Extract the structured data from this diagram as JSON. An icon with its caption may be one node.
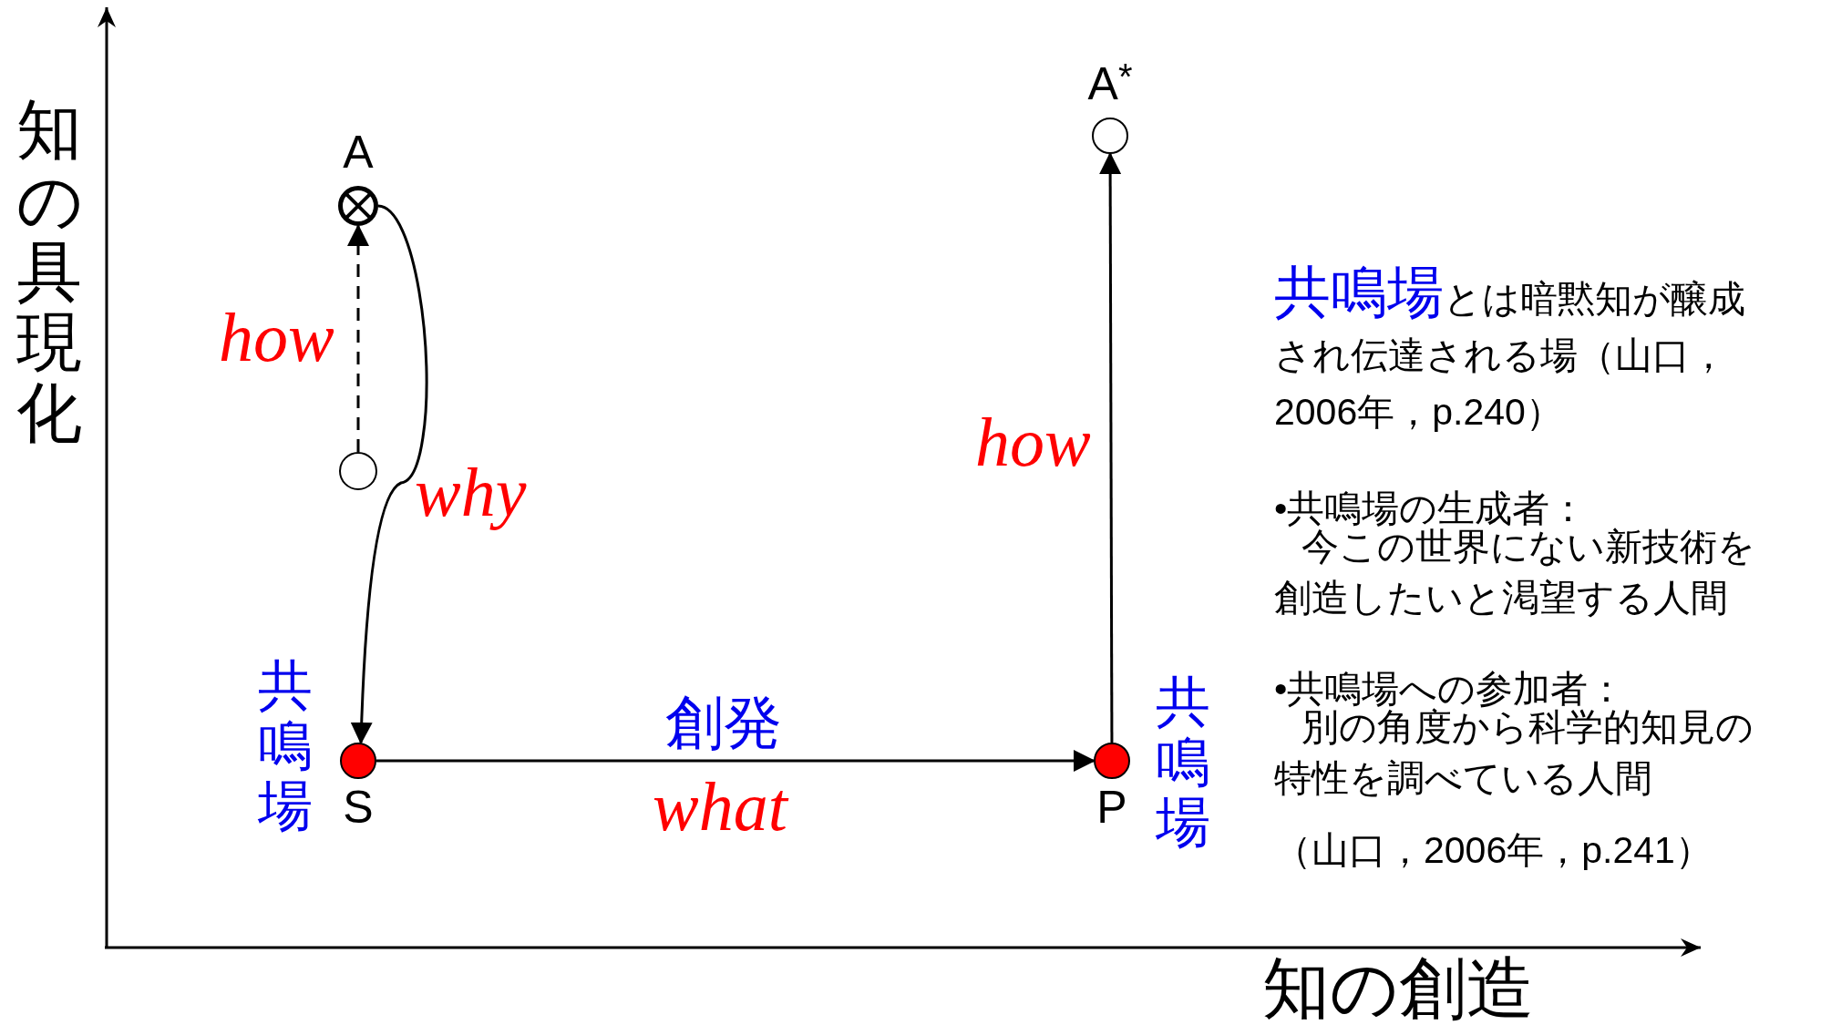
{
  "diagram": {
    "nodes": [
      {
        "text": [
          "A"
        ]
      },
      {
        "text": [],
        "shape": "circle"
      },
      {
        "text": [
          "S"
        ],
        "beside": [
          "共鳴場"
        ]
      },
      {
        "text": [
          "P"
        ],
        "beside": [
          "共鳴場"
        ]
      },
      {
        "text": [
          "A$^{*}$"
        ]
      }
    ],
    "edges": [
      {
        "from": 1,
        "to": 0,
        "arrow": "to",
        "style": "dashed",
        "label": "how"
      },
      {
        "from": 0,
        "to": 2,
        "arrow": "to",
        "label": "why"
      },
      {
        "from": 2,
        "to": 3,
        "arrow": "to",
        "label": "what"
      },
      {
        "from": 3,
        "to": 4,
        "arrow": "to",
        "label": "how"
      }
    ],
    "labels": [
      "知の具現化",
      "創発",
      "共鳴場",
      "とは暗黙知が醸成され伝達される場（山口，2006年，p.240）",
      "•共鳴場の生成者：",
      "今この世界にない新技術を創造したいと渇望する人間",
      "•共鳴場への参加者：",
      "別の角度から科学的知見の特性を調べている人間",
      "（山口，2006年，p.241）",
      "知の創造"
    ]
  }
}
